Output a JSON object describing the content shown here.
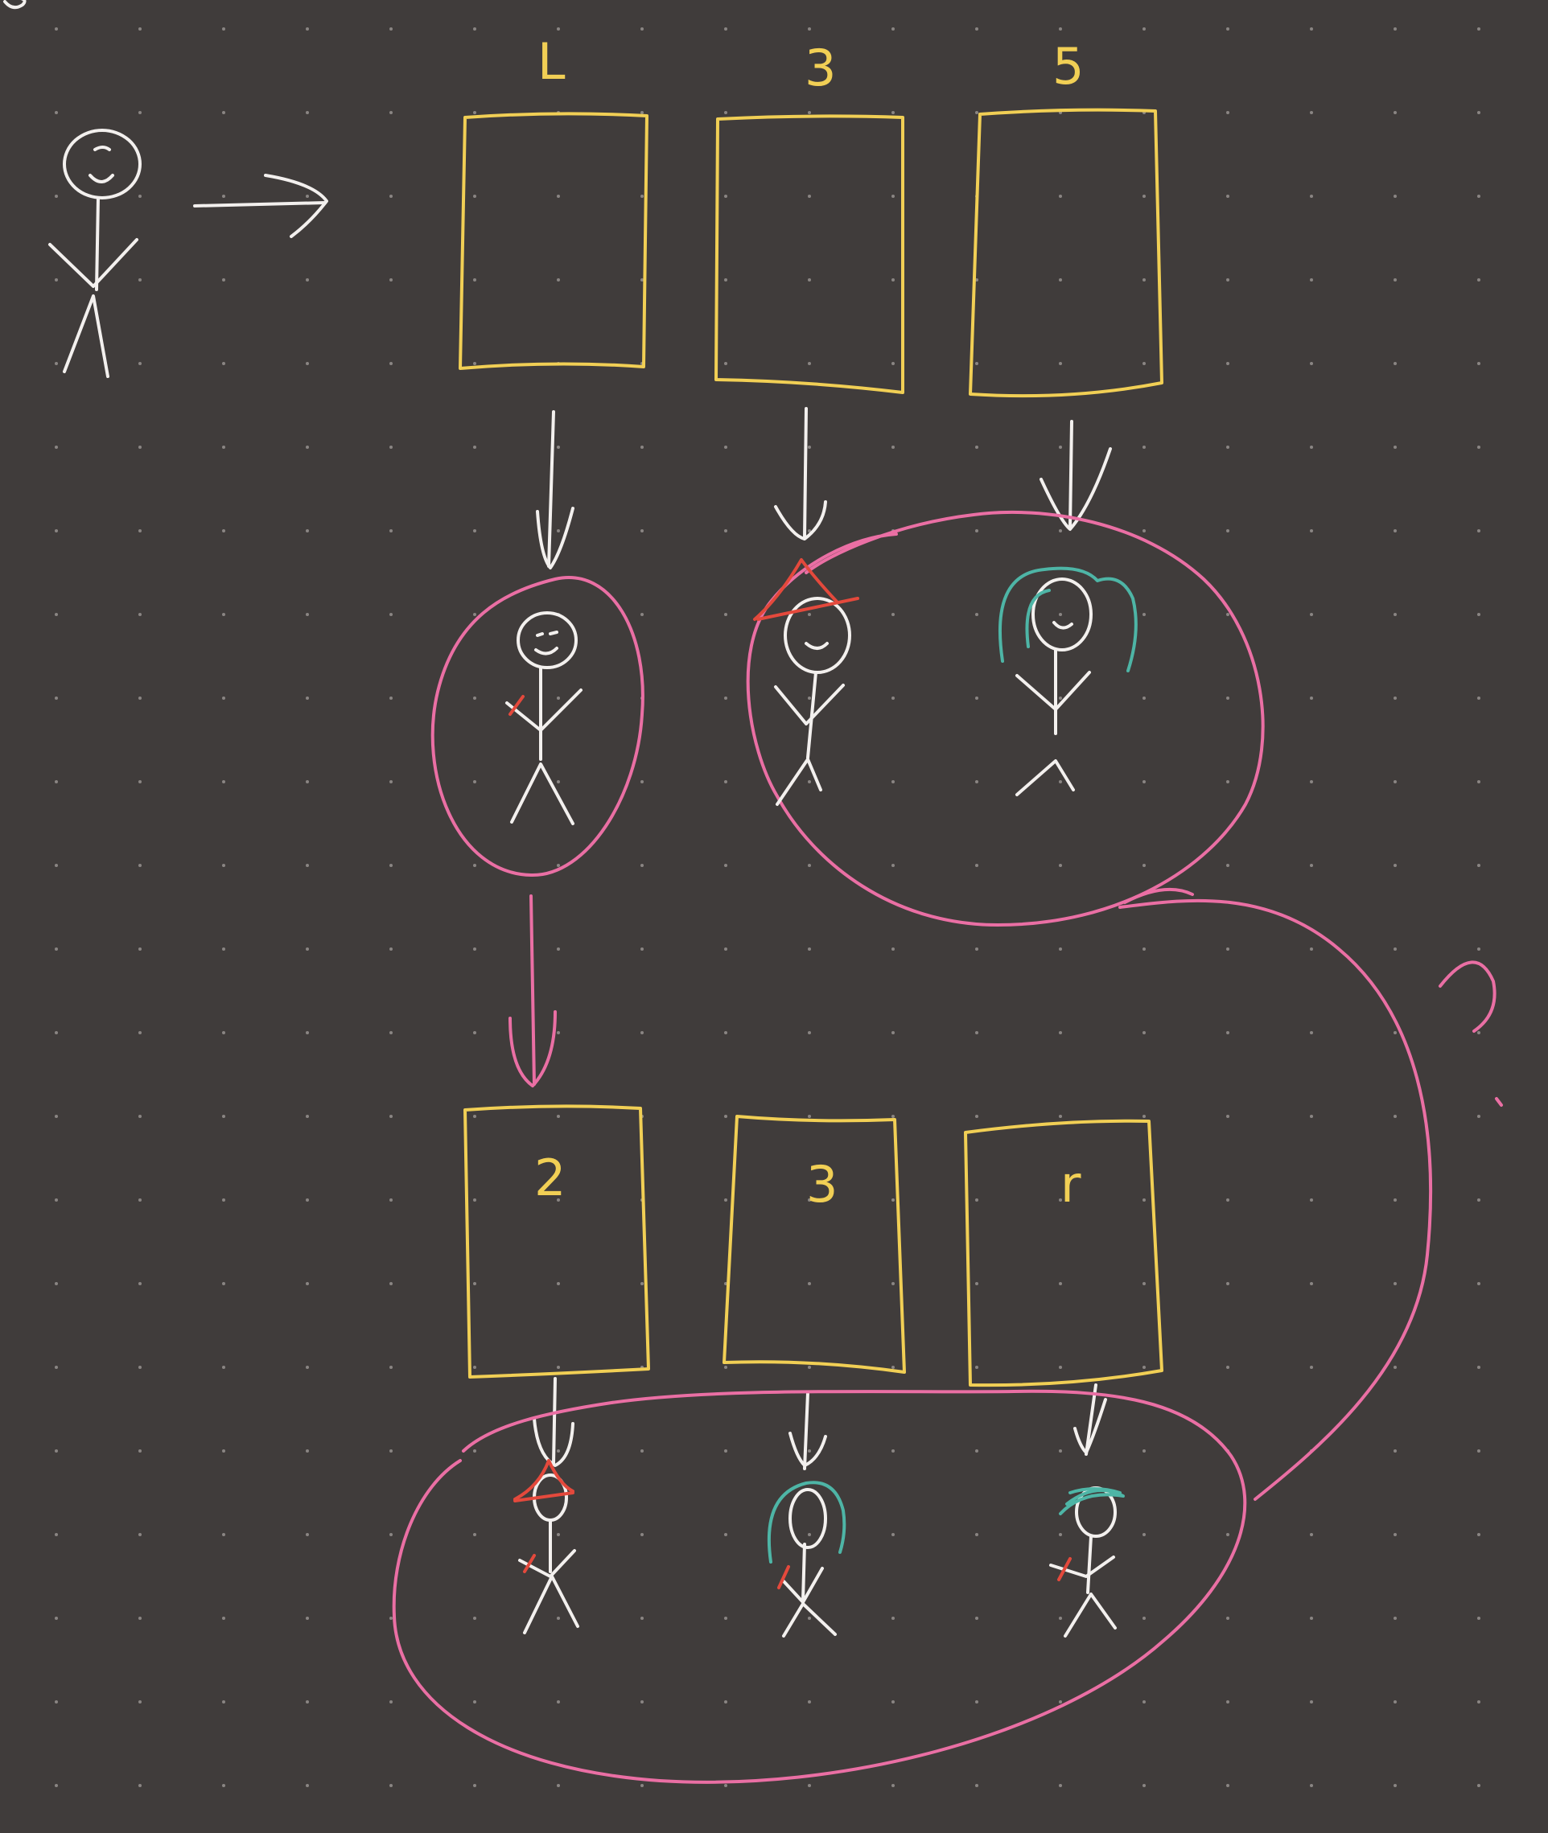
{
  "canvas": {
    "background": "#403c3b",
    "grid_dot_color": "#8a8583"
  },
  "colors": {
    "figure": "#f3f0ee",
    "box": "#f1cf55",
    "group": "#ea6fa4",
    "hat": "#e4493c",
    "hair": "#4eb5a6"
  },
  "top_row": {
    "labels": [
      "L",
      "3",
      "5"
    ]
  },
  "bottom_row": {
    "labels": [
      "2",
      "3",
      "r"
    ]
  }
}
